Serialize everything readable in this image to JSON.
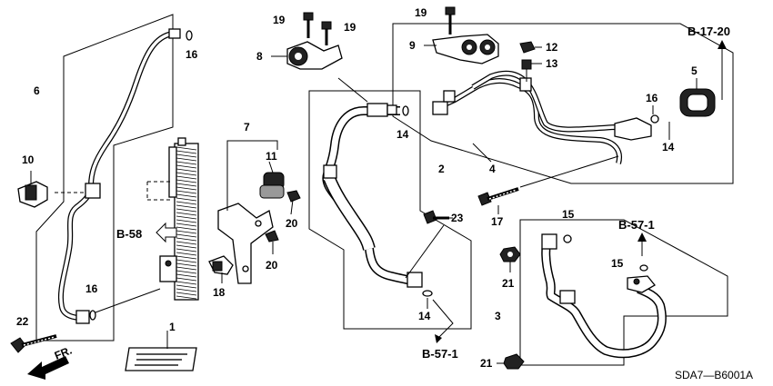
{
  "diagram": {
    "callouts": {
      "c1": "1",
      "c2": "2",
      "c3": "3",
      "c4": "4",
      "c5": "5",
      "c6": "6",
      "c7": "7",
      "c8": "8",
      "c9": "9",
      "c10": "10",
      "c11": "11",
      "c12": "12",
      "c13": "13",
      "c14a": "14",
      "c14b": "14",
      "c14c": "14",
      "c15a": "15",
      "c15b": "15",
      "c16a": "16",
      "c16b": "16",
      "c16c": "16",
      "c17": "17",
      "c18": "18",
      "c19a": "19",
      "c19b": "19",
      "c19c": "19",
      "c20a": "20",
      "c20b": "20",
      "c21a": "21",
      "c21b": "21",
      "c22": "22",
      "c23": "23"
    },
    "references": {
      "b17_20": "B-17-20",
      "b58": "B-58",
      "b57_1_right": "B-57-1",
      "b57_1_bottom": "B-57-1"
    },
    "direction_label": "FR.",
    "diagram_code": "SDA7—B6001A"
  }
}
